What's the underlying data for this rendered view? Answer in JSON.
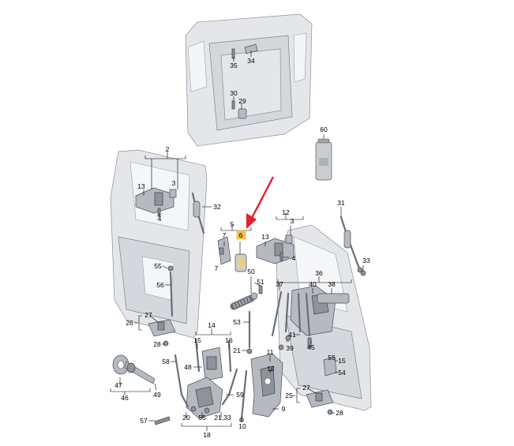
{
  "callouts": {
    "c2": "2",
    "c3a": "3",
    "c3b": "3",
    "c4a": "4",
    "c4b": "4",
    "c5": "5",
    "c6": "6",
    "c7a": "7",
    "c7b": "7",
    "c9": "9",
    "c10": "10",
    "c11": "11",
    "c12": "12",
    "c13a": "13",
    "c13b": "13",
    "c14": "14",
    "c15": "15",
    "c16": "16",
    "c18": "18",
    "c20": "20",
    "c21": "21",
    "c21_33": "21,33",
    "c25": "25",
    "c26": "26",
    "c27a": "27",
    "c27b": "27",
    "c28a": "28",
    "c28b": "28",
    "c29": "29",
    "c30": "30",
    "c31": "31",
    "c32": "32",
    "c33": "33",
    "c34": "34",
    "c35": "35",
    "c36": "36",
    "c37": "37",
    "c38": "38",
    "c39": "39",
    "c40": "40",
    "c41": "41",
    "c45": "45",
    "c46": "46",
    "c47": "47",
    "c48": "48",
    "c49": "49",
    "c50": "50",
    "c51": "51",
    "c53": "53",
    "c54": "54",
    "c55a": "55",
    "c55b": "55",
    "c55c": "55",
    "c56": "56",
    "c57": "57",
    "c58": "58",
    "c59": "59",
    "c60": "60"
  },
  "highlight": {
    "part": "6",
    "color": "#f5c24c",
    "arrow_color": "#e5202a"
  },
  "colors": {
    "panel": "#e4e6ea",
    "part": "#b5b9c0",
    "line": "#000000"
  }
}
